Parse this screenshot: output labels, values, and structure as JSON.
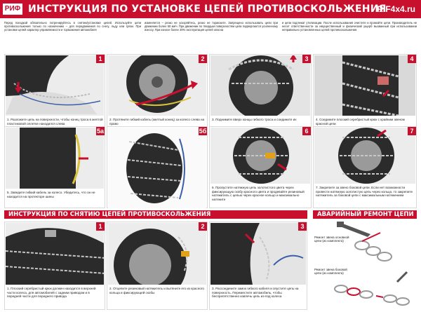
{
  "header": {
    "logo": "РИФ",
    "title": "ИНСТРУКЦИЯ ПО УСТАНОВКЕ ЦЕПЕЙ ПРОТИВОСКОЛЬЖЕНИЯ",
    "site": "RIF4x4.ru"
  },
  "intro": [
    "Перед поездкой обязательно потренируйтесь в снятии/установке цепей. Используйте цепи противоскольжения только по назначению – для передвижения по снегу, льду или грязи. При установке цепей характер управляемости и торможения автомобиля",
    "изменяется – резко не ускоряйтесь, резко не тормозите. Запрещено использовать цепи при движении более 50 км/ч. При движении по твердым поверхностям цепи подвергаются усиленному износу. При износе более 30% эксплуатация цепей опасна",
    "и цепи подлежат утилизации. После использования очистите и промойте цепи. Производитель не несет ответственности за имущественный и физический ущерб вызванный при использовании неправильно установленных цепей противоскольжения."
  ],
  "steps": [
    {
      "num": "1",
      "text": "1. Разложите цепь на поверхности, чтобы конец троса в желтой пластиковой оплетке находился слева"
    },
    {
      "num": "2",
      "text": "2. Протяните гибкий кабель (желтый конец) за колесо слева на право"
    },
    {
      "num": "3",
      "text": "3. Поднимите вверх концы гибкого троса и соедините их"
    },
    {
      "num": "4",
      "text": "4. Соедините плоский серебристый крюк с крайним звеном красной цепи"
    },
    {
      "num": "5a",
      "text": "5. Заведите гибкий кабель за колесо. Убедитесь, что он не находится на протекторе шины"
    },
    {
      "num": "5б",
      "text": ""
    },
    {
      "num": "6",
      "text": "6. Пропустите натяжную цепь золотистого цвета через фиксирующую скобу красного цвета и продевайте резиновый натяжитель с цепью через красное кольцо и максимально натяните"
    },
    {
      "num": "7",
      "text": "7. Закрепите за звено боковой цепи. Если нет возможности провести натяжную золотистую цепь через кольцо, то закрепите натяжитель за боковой цепи с максимальным натяжением"
    }
  ],
  "removal": {
    "title": "ИНСТРУКЦИЯ ПО СНЯТИЮ ЦЕПЕЙ ПРОТИВОСКОЛЬЖЕНИЯ",
    "steps": [
      {
        "num": "1",
        "text": "1. Плоский серебристый крюк должен находится в верхней части колеса, для автомобилей с задним приводом и в передней части для переднего привода"
      },
      {
        "num": "2",
        "text": "2. Отцепите резиновый натяжитель и вытяните его из красного кольца и фиксирующей скобы"
      },
      {
        "num": "3",
        "text": "3. Рассоедините замок гибкого кабеля и опустите цепь на поверхность. Переместите автомобиль, чтобы беспрепятственно извлечь цепь из-под колеса"
      }
    ]
  },
  "repair": {
    "title": "АВАРИЙНЫЙ РЕМОНТ ЦЕПИ",
    "label1": "Ремонт звена основной цепи (из комплекта)",
    "label2": "Ремонт звена боковой цепи (из комплекта)"
  },
  "colors": {
    "accent": "#c8102e",
    "tire": "#2b2b2b",
    "rim": "#9a9a9a",
    "chain": "#c7c7c7"
  }
}
